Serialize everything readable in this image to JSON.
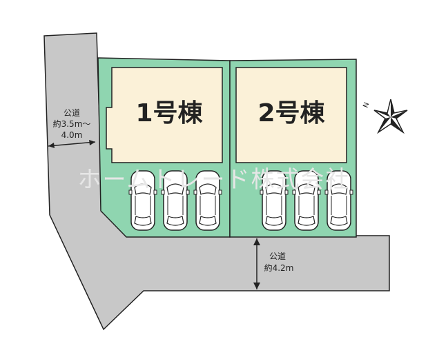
{
  "colors": {
    "lot_fill": "#8fd5b0",
    "building_fill": "#fbf1d8",
    "road_fill": "#c8c8c8",
    "outline": "#222222"
  },
  "watermark": "ホームトレード株式会社",
  "buildings": [
    {
      "label": "1号棟"
    },
    {
      "label": "2号棟"
    }
  ],
  "roads": {
    "west": {
      "label": "公道",
      "width": "約3.5m～",
      "width2": "4.0m"
    },
    "south": {
      "label": "公道",
      "width": "約4.2m"
    }
  },
  "compass": {
    "north_label": "N",
    "icon": "compass-star-icon"
  },
  "parking": {
    "lot1_spaces": 3,
    "lot2_spaces": 3,
    "icon": "car-icon"
  }
}
